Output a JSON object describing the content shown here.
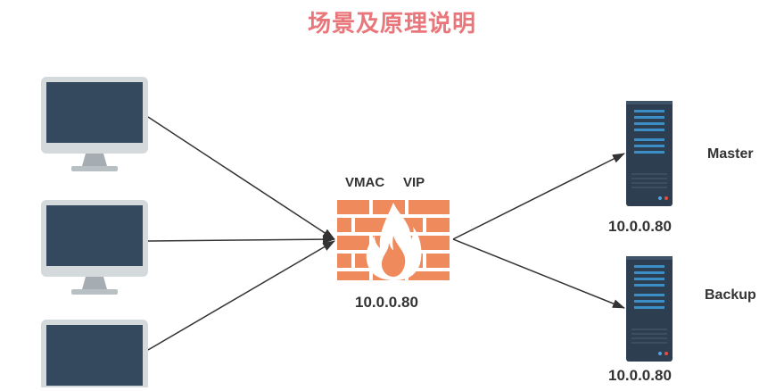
{
  "title": "场景及原理说明",
  "colors": {
    "title": "#e8767a",
    "monitor_frame": "#d4d9dc",
    "monitor_screen": "#34495e",
    "monitor_stand": "#a5adb2",
    "server_body": "#2c3e50",
    "server_panel": "#3b8fc6",
    "firewall_brick": "#ee8a5b",
    "flame": "#ffffff",
    "arrow": "#333333"
  },
  "firewall": {
    "labels": [
      "VMAC",
      "VIP"
    ],
    "ip": "10.0.0.80",
    "icon": "firewall-icon"
  },
  "clients": [
    {
      "icon": "monitor-icon"
    },
    {
      "icon": "monitor-icon"
    },
    {
      "icon": "monitor-icon"
    }
  ],
  "servers": [
    {
      "role": "Master",
      "ip": "10.0.0.80",
      "icon": "server-icon"
    },
    {
      "role": "Backup",
      "ip": "10.0.0.80",
      "icon": "server-icon"
    }
  ]
}
